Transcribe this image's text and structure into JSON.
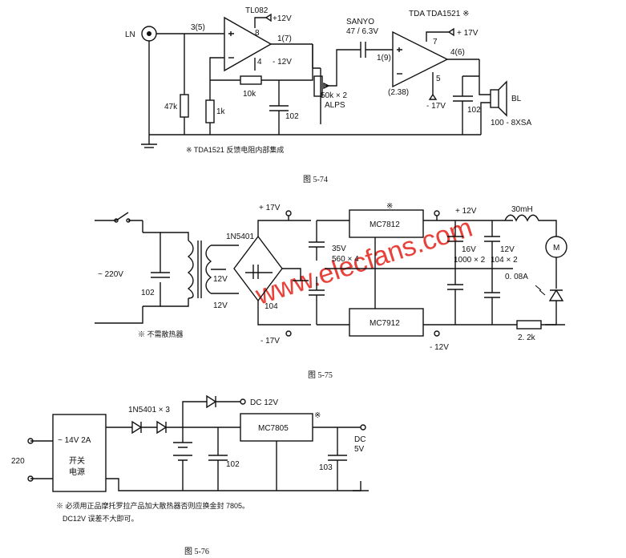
{
  "watermark": "www.elecfans.com",
  "fig74": {
    "caption": "图 5-74",
    "ln": "LN",
    "opamp": "TL082",
    "pin_in": "3(5)",
    "pin_pwr": "8",
    "pin_out": "1(7)",
    "pin_gnd": "4",
    "vpos": "+12V",
    "vneg": "- 12V",
    "r_in": "47k",
    "r_1k": "1k",
    "r_fb": "10k",
    "c_102": "102",
    "pot": "50k × 2",
    "pot_brand": "ALPS",
    "cap_brand": "SANYO",
    "cap_val": "47 / 6.3V",
    "amp": "TDA TDA1521 ※",
    "amp_pin_in": "1(9)",
    "amp_pin7": "7",
    "amp_pin_out": "4(6)",
    "amp_pin5": "5",
    "amp_pin_fb": "(2.38)",
    "amp_vpos": "+ 17V",
    "amp_vneg": "- 17V",
    "c_out": "102",
    "spk": "BL",
    "spk_model": "100 - 8XSA",
    "note": "※ TDA1521 反馈电阻内部集成"
  },
  "fig75": {
    "caption": "图 5-75",
    "mains": "~ 220V",
    "c_in": "102",
    "tr_v1": "12V",
    "tr_v2": "12V",
    "bridge": "1N5401",
    "c_bridge": "104",
    "p17": "+ 17V",
    "n17": "- 17V",
    "c_filter1": "35V",
    "c_filter2": "560 × 4",
    "reg_pos": "MC7812",
    "reg_neg": "MC7912",
    "reg_mark": "※",
    "p12": "+ 12V",
    "n12": "- 12V",
    "c_out1": "16V",
    "c_out1b": "1000 × 2",
    "c_out2": "12V",
    "c_out2b": "104 × 2",
    "ind": "30mH",
    "motor": "M",
    "current": "0. 08A",
    "res": "2. 2k",
    "note": "※ 不需散热器"
  },
  "fig76": {
    "caption": "图 5-76",
    "ac": "220",
    "psu1": "~ 14V 2A",
    "psu2": "开关",
    "psu3": "电源",
    "diodes": "1N5401 × 3",
    "dc12": "DC 12V",
    "reg": "MC7805",
    "reg_mark": "※",
    "c1": "102",
    "c2": "103",
    "dc5a": "DC",
    "dc5b": "5V",
    "note1": "※ 必须用正品摩托罗拉产品加大散热器否则应换金封 7805。",
    "note2": "DC12V 误差不大即可。"
  }
}
